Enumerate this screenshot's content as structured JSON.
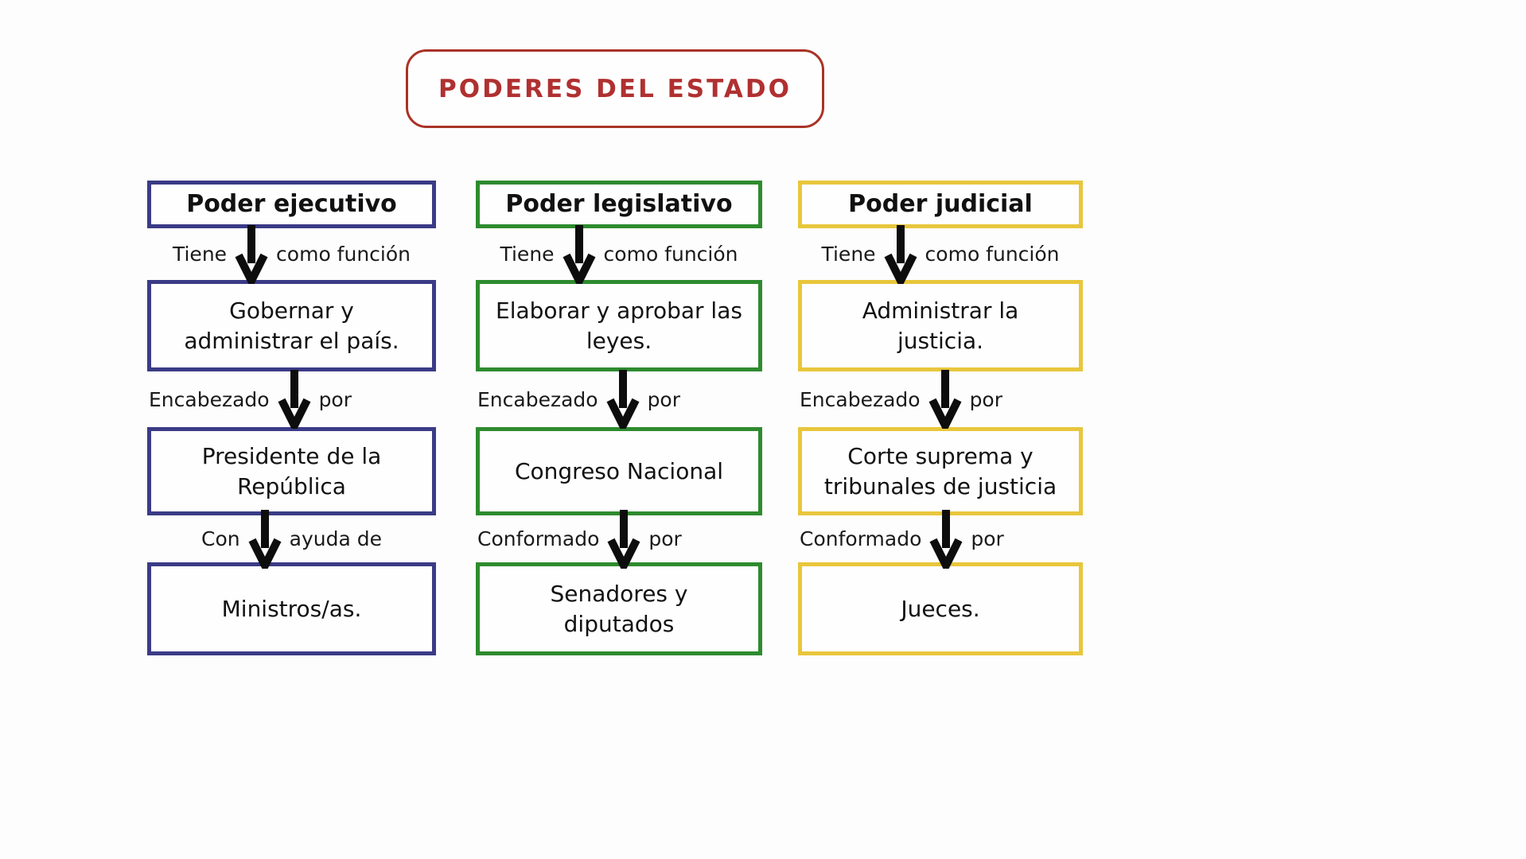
{
  "title": "PODERES DEL ESTADO",
  "colors": {
    "title_red": "#b03030",
    "executive_navy": "#3b3b86",
    "legislative_green": "#2e8b2e",
    "judicial_gold": "#e8c63c",
    "arrow_black": "#0d0d0d"
  },
  "columns": [
    {
      "id": "poder-ejecutivo",
      "header": "Poder ejecutivo",
      "connectors": [
        {
          "pre": "Tiene",
          "post": "como función"
        },
        {
          "pre": "Encabezado",
          "post": "por"
        },
        {
          "pre": "Con",
          "post": "ayuda de"
        }
      ],
      "boxes": [
        "Gobernar y\nadministrar el país.",
        "Presidente de la\nRepública",
        "Ministros/as."
      ]
    },
    {
      "id": "poder-legislativo",
      "header": "Poder legislativo",
      "connectors": [
        {
          "pre": "Tiene",
          "post": "como función"
        },
        {
          "pre": "Encabezado",
          "post": "por"
        },
        {
          "pre": "Conformado",
          "post": "por"
        }
      ],
      "boxes": [
        "Elaborar y aprobar las\nleyes.",
        "Congreso Nacional",
        "Senadores y\ndiputados"
      ]
    },
    {
      "id": "poder-judicial",
      "header": "Poder judicial",
      "connectors": [
        {
          "pre": "Tiene",
          "post": "como función"
        },
        {
          "pre": "Encabezado",
          "post": "por"
        },
        {
          "pre": "Conformado",
          "post": "por"
        }
      ],
      "boxes": [
        "Administrar la\njusticia.",
        "Corte suprema y\ntribunales de justicia",
        "Jueces."
      ]
    }
  ]
}
